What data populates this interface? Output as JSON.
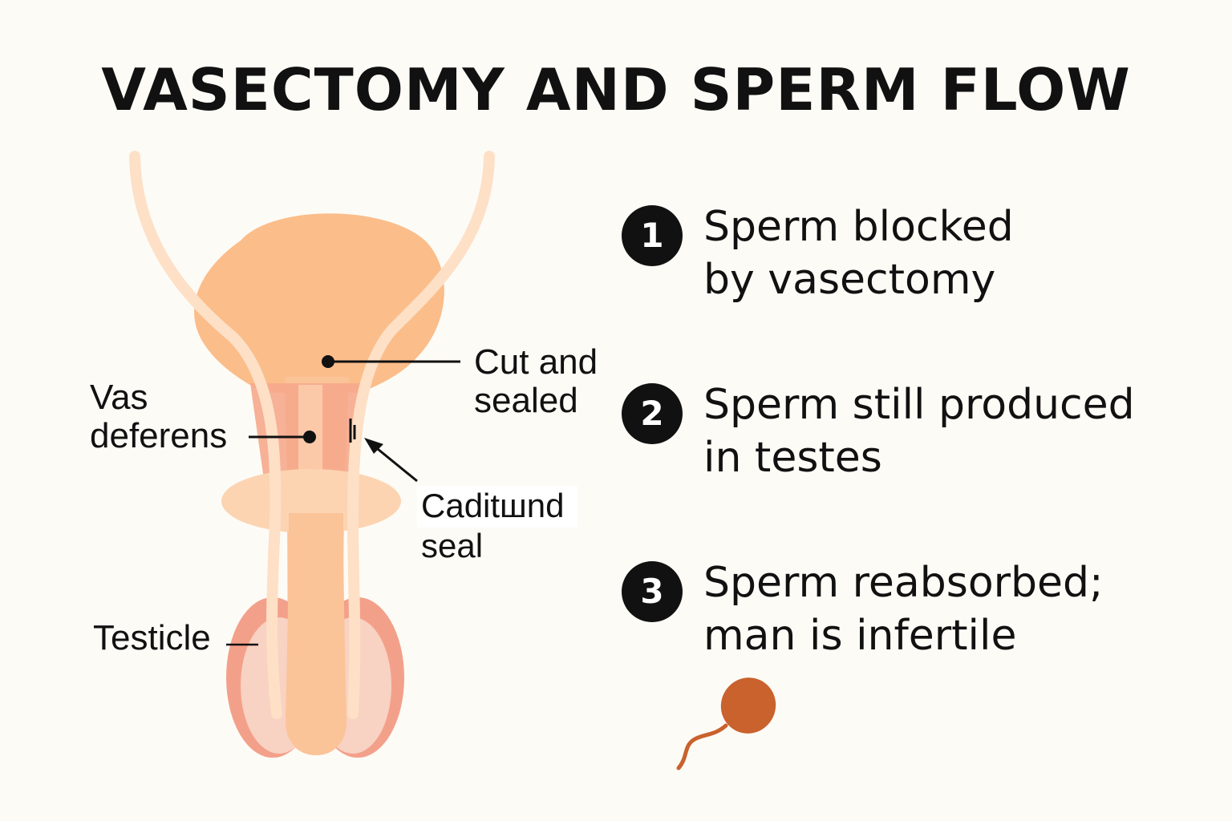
{
  "title": "VASECTOMY AND SPERM FLOW",
  "labels": {
    "cut_and_sealed": "Cut and\nsealed",
    "vas_deferens": "Vas\ndeferens",
    "caditand_seal": "Caditшnd\nseal",
    "testicle": "Testicle"
  },
  "steps": [
    {
      "number": "1",
      "text": "Sperm blocked\nby vasectomy"
    },
    {
      "number": "2",
      "text": "Sperm still produced\nin testes"
    },
    {
      "number": "3",
      "text": "Sperm reabsorbed;\nman is infertile"
    }
  ],
  "colors": {
    "background": "#fdfbf6",
    "bladder": "#fbbd8a",
    "vas_tube": "#fde0c6",
    "prostate_band": "#f6a88c",
    "testicle_outer": "#f3a08a",
    "testicle_inner": "#f8d2c2",
    "sperm": "#c9622d",
    "badge": "#111111"
  },
  "icons": [
    "sperm-icon",
    "arrow-icon",
    "clip-icon"
  ]
}
